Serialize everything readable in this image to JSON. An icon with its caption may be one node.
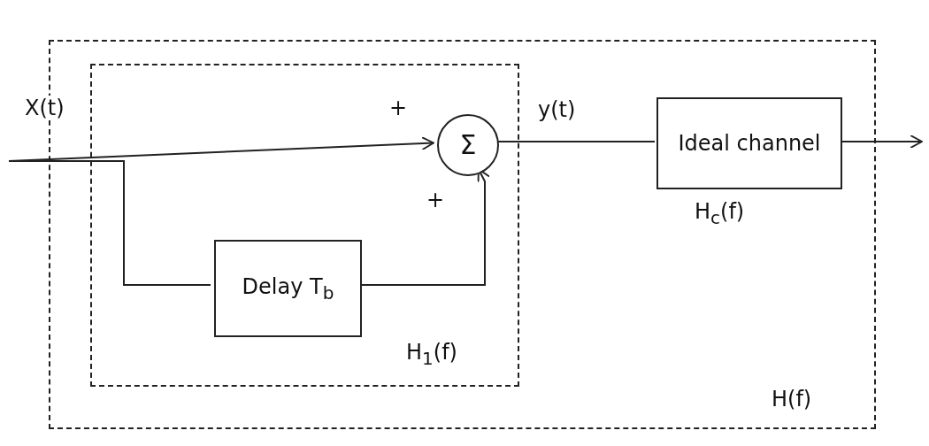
{
  "diagram": {
    "nodes": [
      {
        "text": [
          "H(f)"
        ]
      },
      {
        "text": [
          "H$_{1}$(f)"
        ],
        "in": 0
      },
      {
        "text": [
          "Σ"
        ],
        "in": 1,
        "beside": [
          "+",
          "+"
        ]
      },
      {
        "text": [
          "Delay T$_{b}$"
        ],
        "in": 1
      },
      {
        "text": [
          "Ideal channel"
        ],
        "in": 0,
        "beside": [
          "H$_{c}$(f)"
        ]
      }
    ],
    "edges": [
      {
        "from": null,
        "to": 2,
        "arrow": "to",
        "label": "X(t)"
      },
      {
        "from": null,
        "to": 3,
        "arrow": "none"
      },
      {
        "from": 3,
        "to": 2,
        "arrow": "to"
      },
      {
        "from": 2,
        "to": 4,
        "arrow": "none",
        "label": "y(t)"
      },
      {
        "from": 4,
        "to": null,
        "arrow": "to"
      }
    ]
  }
}
